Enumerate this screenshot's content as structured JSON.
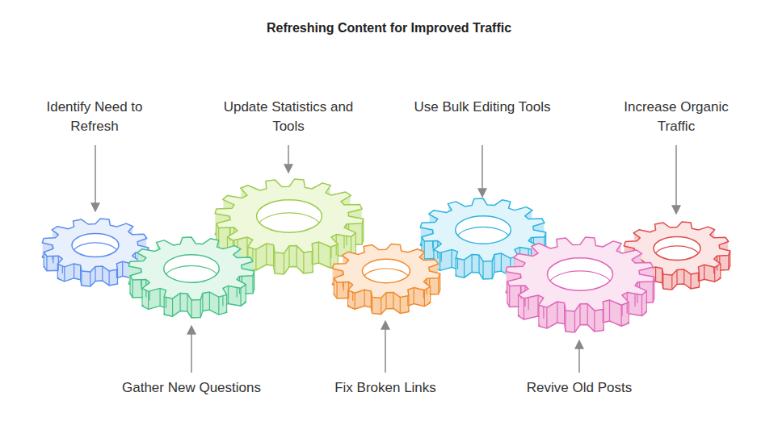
{
  "diagram": {
    "title": "Refreshing Content for Improved Traffic",
    "labels": [
      "Identify Need to Refresh",
      "Gather New Questions",
      "Update Statistics and Tools",
      "Fix Broken Links",
      "Use Bulk Editing Tools",
      "Revive Old Posts",
      "Increase Organic Traffic"
    ]
  }
}
